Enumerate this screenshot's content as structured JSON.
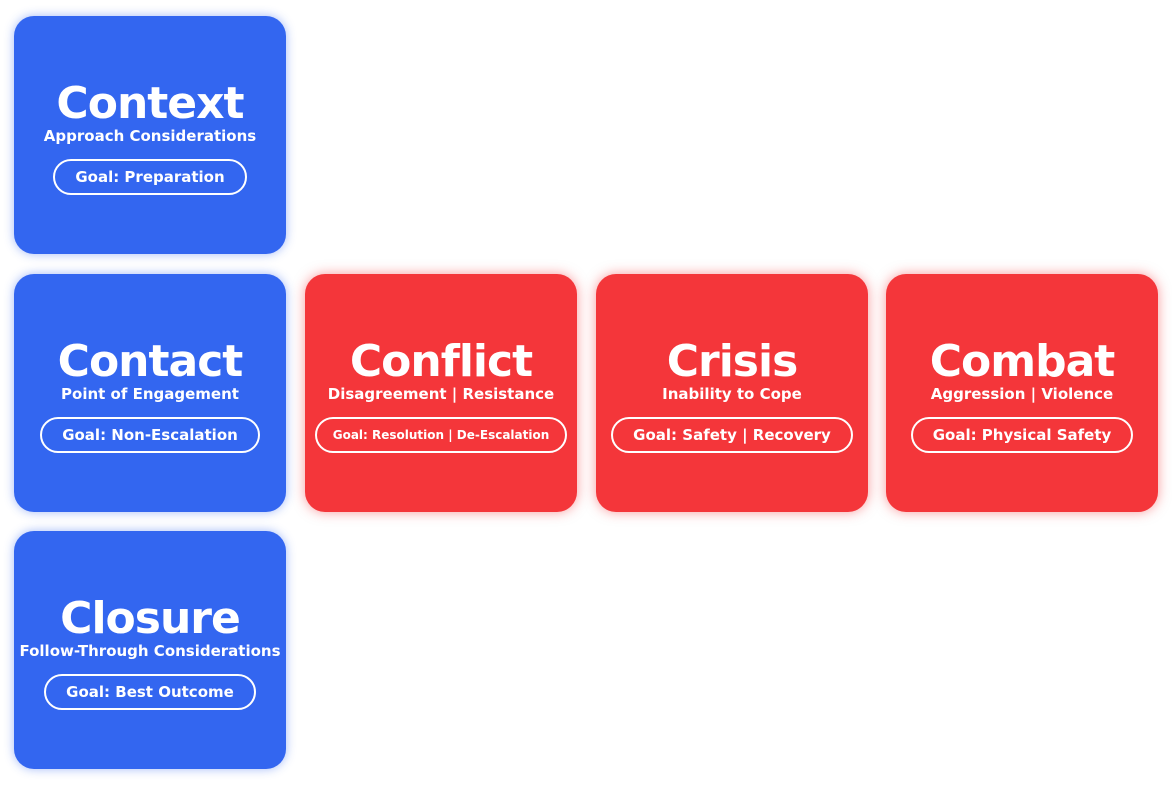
{
  "colors": {
    "blue": "#3366F0",
    "red": "#F4363A",
    "text": "#FFFFFF"
  },
  "cards": {
    "context": {
      "title": "Context",
      "subtitle": "Approach Considerations",
      "goal": "Goal: Preparation"
    },
    "contact": {
      "title": "Contact",
      "subtitle": "Point of Engagement",
      "goal": "Goal: Non-Escalation"
    },
    "closure": {
      "title": "Closure",
      "subtitle": "Follow-Through Considerations",
      "goal": "Goal: Best Outcome"
    },
    "conflict": {
      "title": "Conflict",
      "subtitle": "Disagreement | Resistance",
      "goal": "Goal: Resolution | De-Escalation"
    },
    "crisis": {
      "title": "Crisis",
      "subtitle": "Inability to Cope",
      "goal": "Goal: Safety | Recovery"
    },
    "combat": {
      "title": "Combat",
      "subtitle": "Aggression | Violence",
      "goal": "Goal: Physical Safety"
    }
  }
}
